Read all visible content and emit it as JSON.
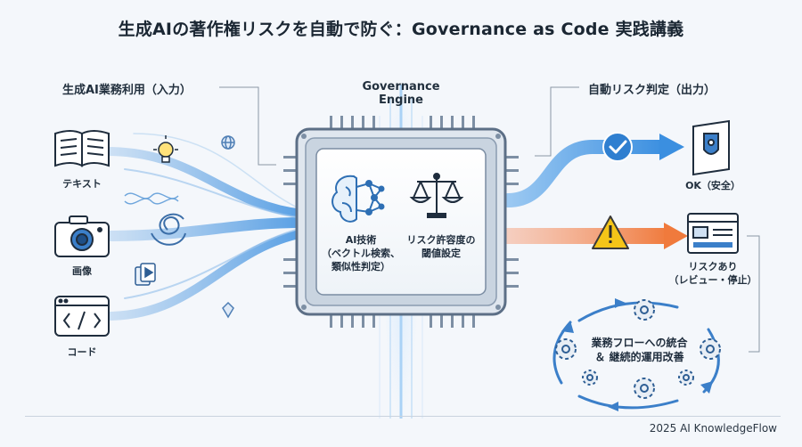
{
  "title": "生成AIの著作権リスクを自動で防ぐ：Governance as Code 実践講義",
  "input": {
    "heading": "生成AI業務利用（入力）",
    "items": [
      {
        "label": "テキスト",
        "icon": "book-icon"
      },
      {
        "label": "画像",
        "icon": "camera-icon"
      },
      {
        "label": "コード",
        "icon": "code-icon"
      }
    ]
  },
  "engine": {
    "heading": "Governance Engine",
    "left_line1": "AI技術",
    "left_line2": "（ベクトル検索、",
    "left_line3": "類似性判定）",
    "right_line1": "リスク許容度の",
    "right_line2": "閾値設定"
  },
  "output": {
    "heading": "自動リスク判定（出力）",
    "ok_label": "OK（安全）",
    "risk_line1": "リスクあり",
    "risk_line2": "（レビュー・停止）"
  },
  "loop": {
    "line1": "業務フローへの統合",
    "line2": "＆ 継続的運用改善"
  },
  "footer": "2025 AI KnowledgeFlow",
  "colors": {
    "accent_blue": "#3b8fe0",
    "risk_orange": "#f07a3c",
    "warning_yellow": "#f5c518",
    "chip_frame": "#5c6f86"
  }
}
